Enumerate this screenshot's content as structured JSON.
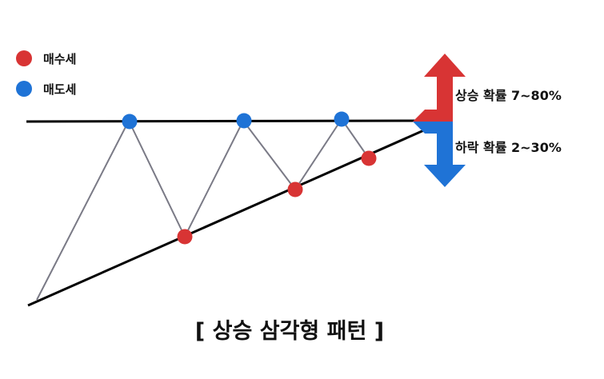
{
  "legend": {
    "buy": {
      "label": "매수세",
      "color": "#d83434"
    },
    "sell": {
      "label": "매도세",
      "color": "#1f73d6"
    }
  },
  "outcomes": {
    "up": {
      "label": "상승 확률 7~80%",
      "color": "#d83434"
    },
    "down": {
      "label": "하락 확률 2~30%",
      "color": "#1f73d6"
    }
  },
  "title": "[ 상승 삼각형 패턴 ]",
  "line_colors": {
    "trend": "#000000",
    "price": "#7a7a86"
  }
}
